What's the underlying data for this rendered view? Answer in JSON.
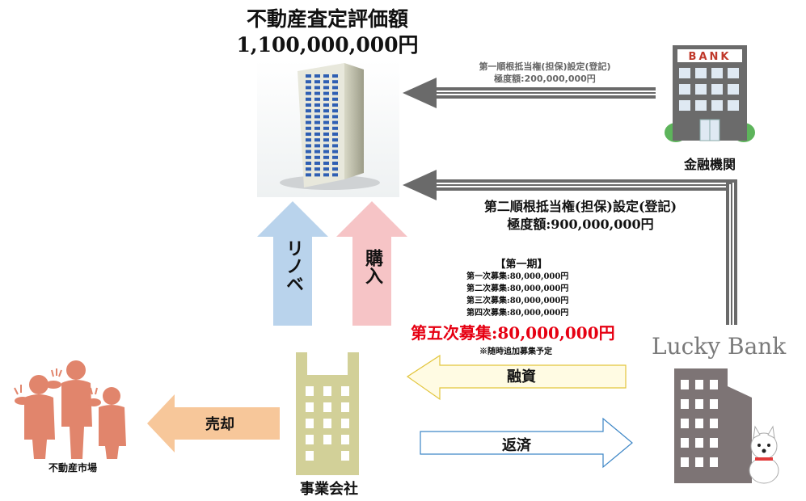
{
  "valuation": {
    "title": "不動産査定評価額",
    "amount": "1,100,000,000円"
  },
  "bank": {
    "sign": "BANK",
    "label": "金融機関"
  },
  "first_mortgage": {
    "line1": "第一順根抵当権(担保)設定(登記)",
    "line2": "極度額:200,000,000円"
  },
  "second_mortgage": {
    "line1": "第二順根抵当権(担保)設定(登記)",
    "line2": "極度額:900,000,000円"
  },
  "fundraising": {
    "period": "【第一期】",
    "rounds": [
      "第一次募集:80,000,000円",
      "第二次募集:80,000,000円",
      "第三次募集:80,000,000円",
      "第四次募集:80,000,000円"
    ],
    "highlight": "第五次募集:80,000,000円",
    "note": "※随時追加募集予定"
  },
  "arrows": {
    "renovation": "リノベ",
    "purchase": "購入",
    "sale": "売却",
    "financing": "融資",
    "repayment": "返済"
  },
  "lucky_bank": {
    "logo": "Lucky Bank"
  },
  "company": {
    "label": "事業会社"
  },
  "market": {
    "label": "不動産市場"
  },
  "colors": {
    "blue_arrow": "#b9d3ec",
    "pink_arrow": "#f6c4c6",
    "orange_arrow": "#f7c79a",
    "highlight_red": "#e60012",
    "gray_arrow": "#6a6a6a",
    "company_building": "#d2d098",
    "people": "#e1856c"
  }
}
